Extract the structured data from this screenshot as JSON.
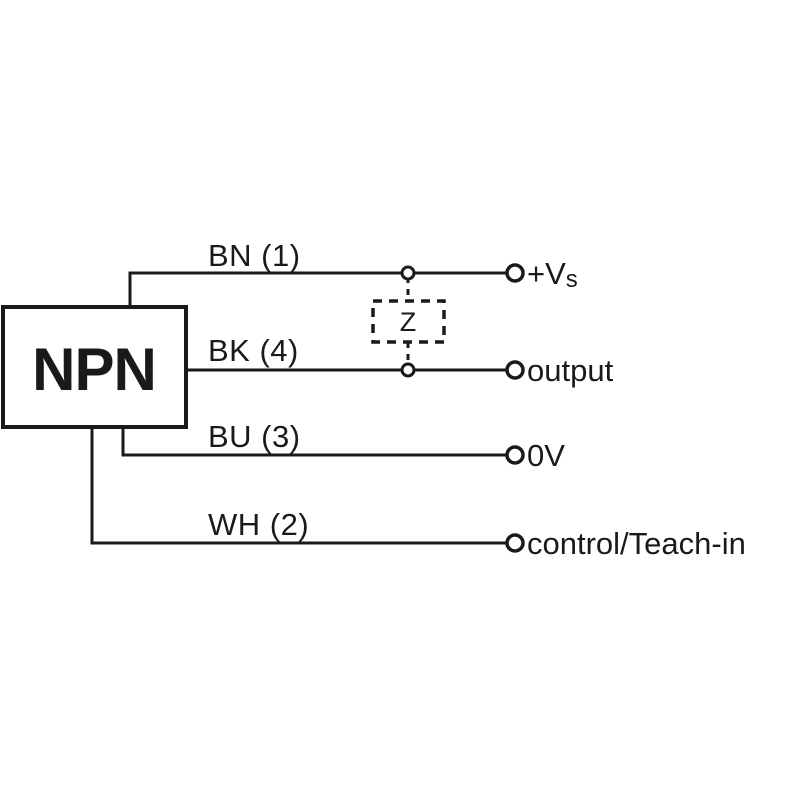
{
  "diagram": {
    "type": "sensor-wiring-diagram",
    "device": {
      "label": "NPN"
    },
    "protection": {
      "label": "Z",
      "style": "dashed"
    },
    "wires": [
      {
        "id": "bn",
        "label": "BN (1)",
        "color_code": "BN",
        "pin": "1",
        "terminal": "+Vs"
      },
      {
        "id": "bk",
        "label": "BK (4)",
        "color_code": "BK",
        "pin": "4",
        "terminal": "output"
      },
      {
        "id": "bu",
        "label": "BU (3)",
        "color_code": "BU",
        "pin": "3",
        "terminal": "0V"
      },
      {
        "id": "wh",
        "label": "WH (2)",
        "color_code": "WH",
        "pin": "2",
        "terminal": "control/Teach-in"
      }
    ],
    "terminals": [
      {
        "id": "vs",
        "label_main": "+V",
        "label_sub": "s"
      },
      {
        "id": "output",
        "label": "output"
      },
      {
        "id": "zero_v",
        "label": "0V"
      },
      {
        "id": "control",
        "label": "control/Teach-in"
      }
    ],
    "colors": {
      "line": "#1a1a1a",
      "background": "#ffffff"
    }
  }
}
